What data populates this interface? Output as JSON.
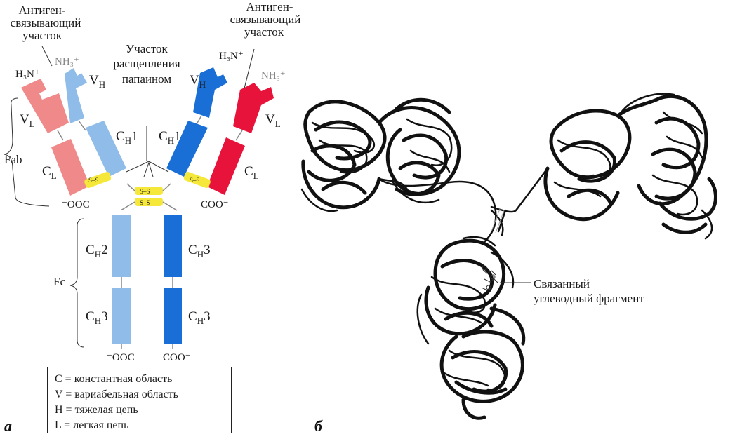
{
  "panel_a_label": "а",
  "panel_b_label": "б",
  "labels": {
    "antigen_site_left_1": "Антиген-",
    "antigen_site_left_2": "связывающий",
    "antigen_site_left_3": "участок",
    "antigen_site_right_1": "Антиген-",
    "antigen_site_right_2": "связывающий",
    "antigen_site_right_3": "участок",
    "papain_1": "Участок",
    "papain_2": "расщепления",
    "papain_3": "папаином",
    "fab": "Fab",
    "fc": "Fc",
    "h3n_left": "H₃N⁺",
    "nh3_left": "NH₃⁺",
    "h3n_right": "H₃N⁺",
    "nh3_right": "NH₃⁺",
    "vl_left": "V",
    "vh_left": "V",
    "vh_right": "V",
    "vl_right": "V",
    "ch1_left": "C",
    "ch1_right": "C",
    "cl_left": "C",
    "cl_right": "C",
    "ch2_left": "C",
    "ch3_right_top": "C",
    "ch3_left": "C",
    "ch3_right": "C",
    "ss": "S–S",
    "ooc_left": "⁻OOC",
    "coo_right": "COO⁻",
    "ooc_bottom": "⁻OOC",
    "coo_bottom": "COO⁻",
    "carbohydrate_1": "Связанный",
    "carbohydrate_2": "углеводный фрагмент"
  },
  "legend": [
    "C = константная область",
    "V = вариабельная область",
    "H = тяжелая цепь",
    "L = легкая цепь"
  ],
  "colors": {
    "light_chain_left": "#f08a8a",
    "light_chain_right": "#e8133a",
    "heavy_chain_left": "#8fbce8",
    "heavy_chain_right": "#1a6fd6",
    "disulfide": "#f5e83a"
  }
}
